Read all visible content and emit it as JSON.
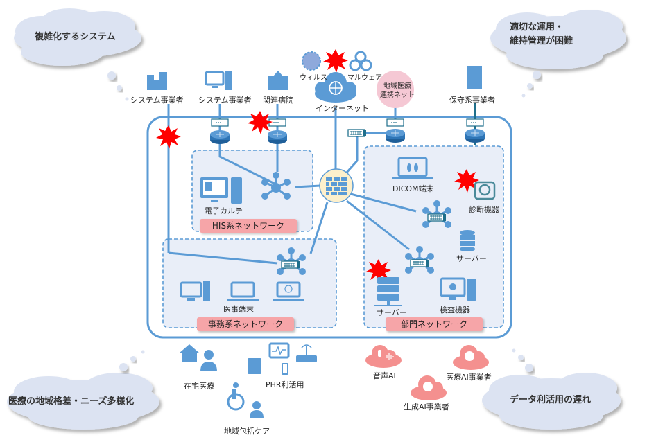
{
  "thought_clouds": {
    "top_left": "複雑化するシステム",
    "top_right_line1": "適切な運用・",
    "top_right_line2": "維持管理が困難",
    "bottom_left": "医療の地域格差・ニーズ多様化",
    "bottom_right": "データ利活用の遅れ"
  },
  "external_nodes": {
    "vendor1": "システム事業者",
    "vendor2": "システム事業者",
    "related_hospital": "関連病院",
    "virus": "ウィルス",
    "malware": "マルウェア",
    "internet": "インターネット",
    "regional_network_line1": "地域医療",
    "regional_network_line2": "連携ネット",
    "maintenance_vendor": "保守系事業者"
  },
  "networks": {
    "his": {
      "label": "HIS系ネットワーク",
      "device": "電子カルテ"
    },
    "office": {
      "label": "事務系ネットワーク",
      "device": "医事端末"
    },
    "department": {
      "label": "部門ネットワーク",
      "dicom": "DICOM端末",
      "diagnostic": "診断機器",
      "server1": "サーバー",
      "server2": "サーバー",
      "inspection": "検査機器"
    }
  },
  "bottom_services": {
    "home_care": "在宅医療",
    "phr": "PHR利活用",
    "community_care": "地域包括ケア",
    "voice_ai": "音声AI",
    "medical_ai": "医療AI事業者",
    "generative_ai": "生成AI事業者"
  },
  "colors": {
    "primary_blue": "#5b9bd5",
    "dark_teal": "#1f6f8b",
    "alert_red": "#ff0000",
    "net_label_pink": "#f6a5a8",
    "cloud_fill": "#dce3f2",
    "ai_cloud": "#f4908f",
    "firewall_fill": "#fdf0cc"
  }
}
